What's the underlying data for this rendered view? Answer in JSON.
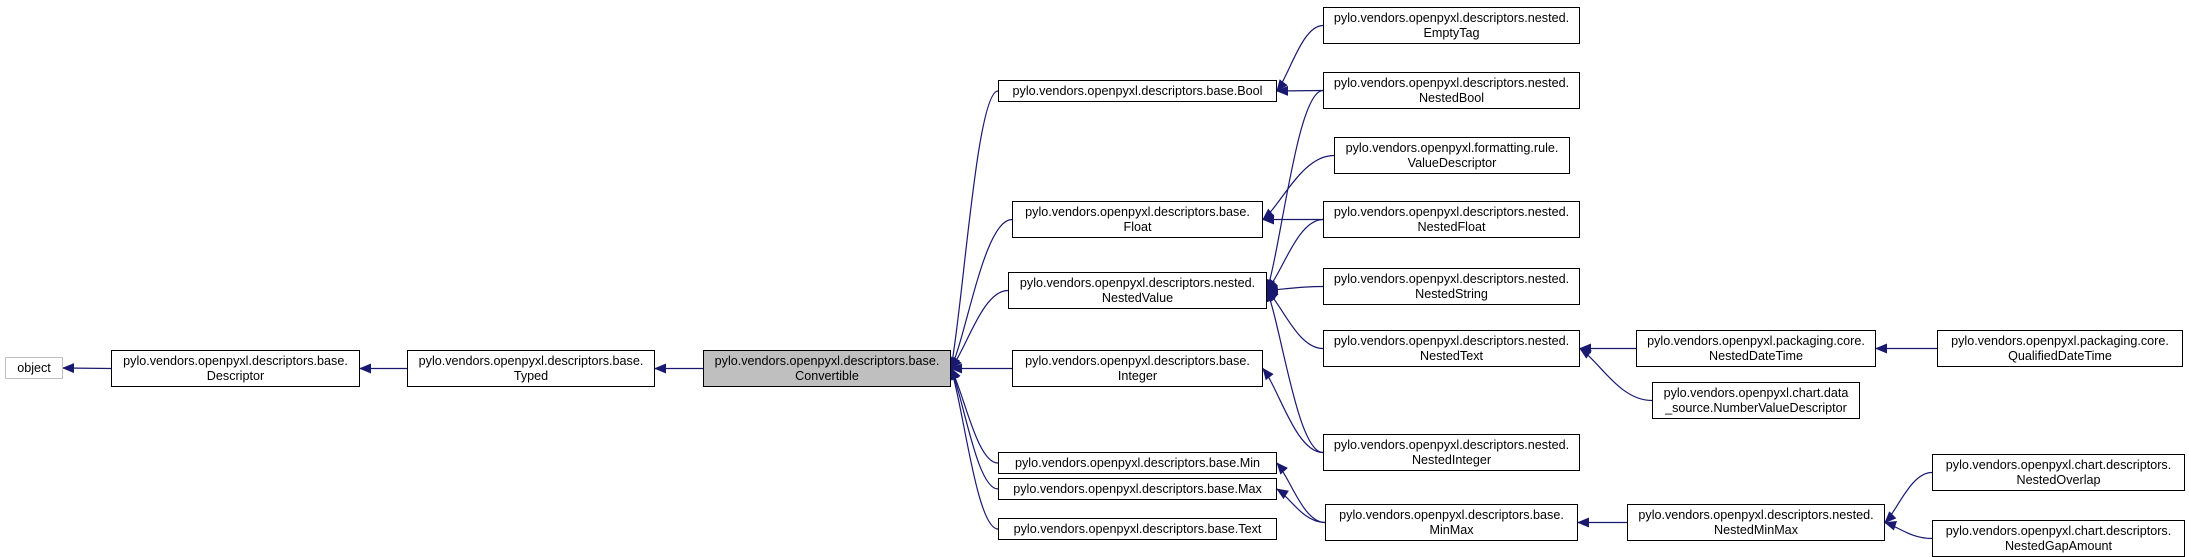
{
  "diagram": {
    "edge_color": "#191970",
    "focus_fill": "#bfbfbf",
    "nodes": {
      "object": [
        "object"
      ],
      "descriptor": [
        "pylo.vendors.openpyxl.descriptors.base.",
        "Descriptor"
      ],
      "typed": [
        "pylo.vendors.openpyxl.descriptors.base.",
        "Typed"
      ],
      "convertible": [
        "pylo.vendors.openpyxl.descriptors.base.",
        "Convertible"
      ],
      "bool": [
        "pylo.vendors.openpyxl.descriptors.base.Bool"
      ],
      "float": [
        "pylo.vendors.openpyxl.descriptors.base.",
        "Float"
      ],
      "nested_value": [
        "pylo.vendors.openpyxl.descriptors.nested.",
        "NestedValue"
      ],
      "integer": [
        "pylo.vendors.openpyxl.descriptors.base.",
        "Integer"
      ],
      "min": [
        "pylo.vendors.openpyxl.descriptors.base.Min"
      ],
      "max": [
        "pylo.vendors.openpyxl.descriptors.base.Max"
      ],
      "text": [
        "pylo.vendors.openpyxl.descriptors.base.Text"
      ],
      "empty_tag": [
        "pylo.vendors.openpyxl.descriptors.nested.",
        "EmptyTag"
      ],
      "nested_bool": [
        "pylo.vendors.openpyxl.descriptors.nested.",
        "NestedBool"
      ],
      "value_descriptor": [
        "pylo.vendors.openpyxl.formatting.rule.",
        "ValueDescriptor"
      ],
      "nested_float": [
        "pylo.vendors.openpyxl.descriptors.nested.",
        "NestedFloat"
      ],
      "nested_string": [
        "pylo.vendors.openpyxl.descriptors.nested.",
        "NestedString"
      ],
      "nested_text": [
        "pylo.vendors.openpyxl.descriptors.nested.",
        "NestedText"
      ],
      "nested_integer": [
        "pylo.vendors.openpyxl.descriptors.nested.",
        "NestedInteger"
      ],
      "minmax": [
        "pylo.vendors.openpyxl.descriptors.base.",
        "MinMax"
      ],
      "nested_datetime": [
        "pylo.vendors.openpyxl.packaging.core.",
        "NestedDateTime"
      ],
      "number_value_descriptor": [
        "pylo.vendors.openpyxl.chart.data",
        "_source.NumberValueDescriptor"
      ],
      "nested_minmax": [
        "pylo.vendors.openpyxl.descriptors.nested.",
        "NestedMinMax"
      ],
      "qualified_datetime": [
        "pylo.vendors.openpyxl.packaging.core.",
        "QualifiedDateTime"
      ],
      "nested_overlap": [
        "pylo.vendors.openpyxl.chart.descriptors.",
        "NestedOverlap"
      ],
      "nested_gap_amount": [
        "pylo.vendors.openpyxl.chart.descriptors.",
        "NestedGapAmount"
      ]
    },
    "edges": [
      {
        "from": "descriptor",
        "to": "object"
      },
      {
        "from": "typed",
        "to": "descriptor"
      },
      {
        "from": "convertible",
        "to": "typed"
      },
      {
        "from": "bool",
        "to": "convertible"
      },
      {
        "from": "float",
        "to": "convertible"
      },
      {
        "from": "nested_value",
        "to": "convertible"
      },
      {
        "from": "integer",
        "to": "convertible"
      },
      {
        "from": "min",
        "to": "convertible"
      },
      {
        "from": "max",
        "to": "convertible"
      },
      {
        "from": "text",
        "to": "convertible"
      },
      {
        "from": "empty_tag",
        "to": "bool"
      },
      {
        "from": "nested_bool",
        "to": "bool"
      },
      {
        "from": "nested_bool",
        "to": "nested_value"
      },
      {
        "from": "value_descriptor",
        "to": "float"
      },
      {
        "from": "nested_float",
        "to": "float"
      },
      {
        "from": "nested_float",
        "to": "nested_value"
      },
      {
        "from": "nested_string",
        "to": "nested_value"
      },
      {
        "from": "nested_text",
        "to": "nested_value"
      },
      {
        "from": "nested_integer",
        "to": "nested_value"
      },
      {
        "from": "nested_integer",
        "to": "integer"
      },
      {
        "from": "minmax",
        "to": "min"
      },
      {
        "from": "minmax",
        "to": "max"
      },
      {
        "from": "nested_minmax",
        "to": "minmax"
      },
      {
        "from": "nested_datetime",
        "to": "nested_text"
      },
      {
        "from": "number_value_descriptor",
        "to": "nested_text"
      },
      {
        "from": "qualified_datetime",
        "to": "nested_datetime"
      },
      {
        "from": "nested_overlap",
        "to": "nested_minmax"
      },
      {
        "from": "nested_gap_amount",
        "to": "nested_minmax"
      }
    ]
  }
}
